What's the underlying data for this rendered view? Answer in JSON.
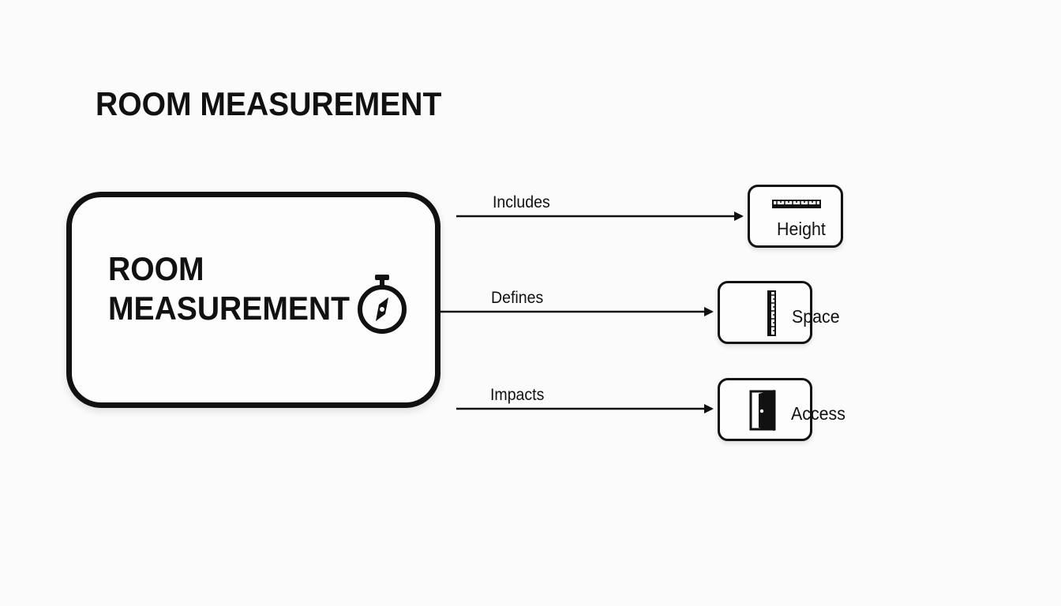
{
  "title": "ROOM MEASUREMENT",
  "main_node": {
    "line1": "ROOM",
    "line2": "MEASUREMENT",
    "icon": "stopwatch-compass-icon"
  },
  "connections": [
    {
      "label": "Includes",
      "target": "Height",
      "target_icon": "ruler-icon"
    },
    {
      "label": "Defines",
      "target": "Space",
      "target_icon": "vertical-ruler-icon"
    },
    {
      "label": "Impacts",
      "target": "Access",
      "target_icon": "door-icon"
    }
  ]
}
